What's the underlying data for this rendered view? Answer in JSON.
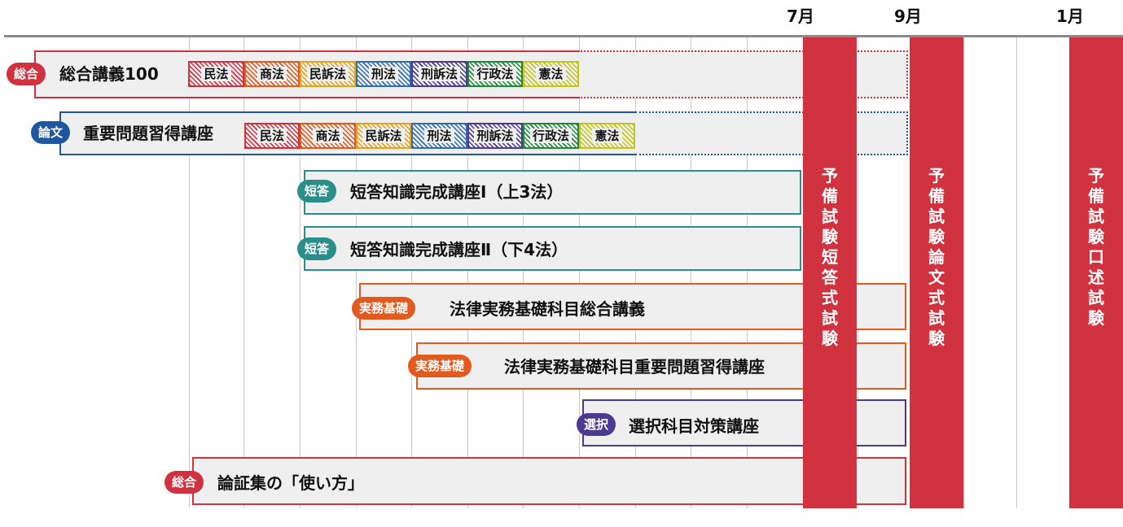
{
  "months": [
    {
      "label": "7月"
    },
    {
      "label": "9月"
    },
    {
      "label": "1月"
    }
  ],
  "exams": [
    {
      "label": "予備試験短答式試験"
    },
    {
      "label": "予備試験論文式試験"
    },
    {
      "label": "予備試験口述試験"
    }
  ],
  "courses": [
    {
      "badge": "総合",
      "badge_color": "#d1323f",
      "border_color": "#d1323f",
      "title": "総合講義100",
      "subjects": [
        "民法",
        "商法",
        "民訴法",
        "刑法",
        "刑訴法",
        "行政法",
        "憲法"
      ]
    },
    {
      "badge": "論文",
      "badge_color": "#1e57a0",
      "border_color": "#1e57a0",
      "title": "重要問題習得講座",
      "subjects": [
        "民法",
        "商法",
        "民訴法",
        "刑法",
        "刑訴法",
        "行政法",
        "憲法"
      ]
    },
    {
      "badge": "短答",
      "badge_color": "#2a8f8a",
      "border_color": "#2a8f8a",
      "title": "短答知識完成講座Ⅰ（上3法）"
    },
    {
      "badge": "短答",
      "badge_color": "#2a8f8a",
      "border_color": "#2a8f8a",
      "title": "短答知識完成講座Ⅱ（下4法）"
    },
    {
      "badge": "実務基礎",
      "badge_color": "#e35a1f",
      "border_color": "#e35a1f",
      "title": "法律実務基礎科目総合講義"
    },
    {
      "badge": "実務基礎",
      "badge_color": "#e35a1f",
      "border_color": "#e35a1f",
      "title": "法律実務基礎科目重要問題習得講座"
    },
    {
      "badge": "選択",
      "badge_color": "#4b3a8f",
      "border_color": "#4b3a8f",
      "title": "選択科目対策講座"
    },
    {
      "badge": "総合",
      "badge_color": "#d1323f",
      "border_color": "#d1323f",
      "title": "論証集の「使い方」"
    }
  ],
  "subject_colors": [
    "#d1323f",
    "#e35a1f",
    "#e3a21f",
    "#2f6db3",
    "#4b3a8f",
    "#1f8a3a",
    "#c4c41a"
  ]
}
